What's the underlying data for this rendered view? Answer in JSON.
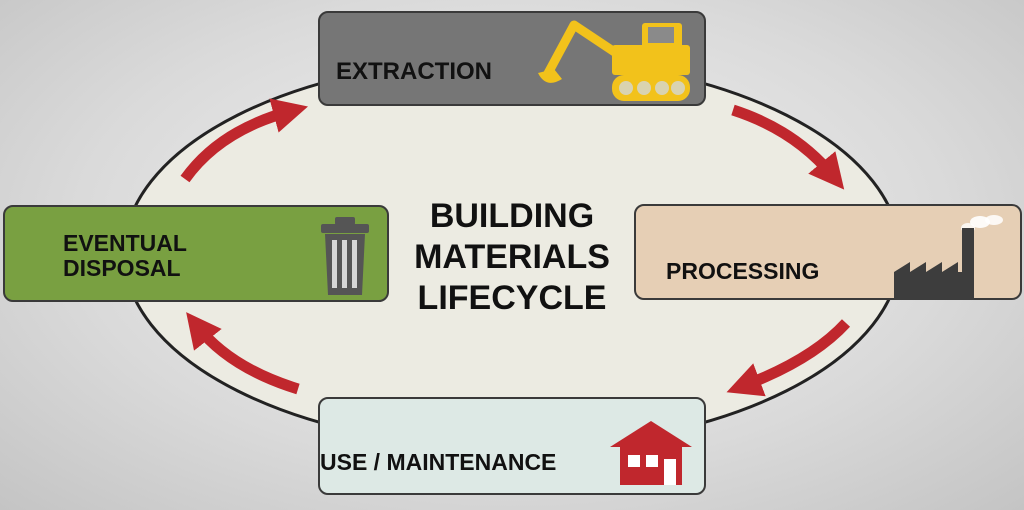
{
  "title": [
    "BUILDING",
    "MATERIALS",
    "LIFECYCLE"
  ],
  "stages": {
    "extraction": {
      "label": "EXTRACTION",
      "icon": "excavator-icon",
      "color": "#767676"
    },
    "processing": {
      "label": "PROCESSING",
      "icon": "factory-icon",
      "color": "#e6cfb5"
    },
    "use": {
      "label": "USE / MAINTENANCE",
      "icon": "house-icon",
      "color": "#dde9e5"
    },
    "disposal": {
      "label_lines": [
        "EVENTUAL",
        "DISPOSAL"
      ],
      "icon": "trash-can-icon",
      "color": "#79a041"
    }
  },
  "colors": {
    "cycle_oval": "#ecebe2",
    "arrow": "#c0272d",
    "background": "#d9d9d9"
  }
}
